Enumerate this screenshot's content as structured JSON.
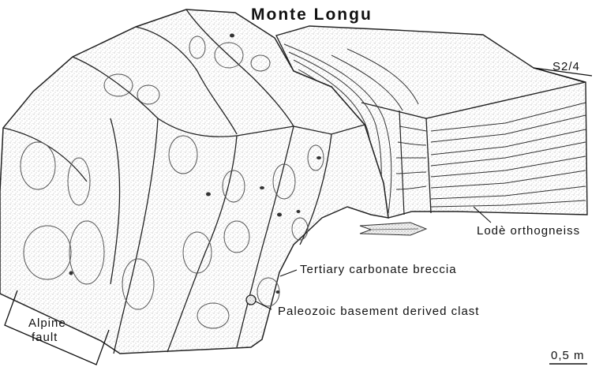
{
  "title": "Monte Longu",
  "labels": {
    "orientation": "S2/4",
    "orthogneiss": "Lodè orthogneiss",
    "breccia": "Tertiary carbonate breccia",
    "clast": "Paleozoic basement derived clast",
    "fault_line1": "Alpine",
    "fault_line2": "fault",
    "scale": "0,5 m"
  },
  "colors": {
    "ink": "#111111",
    "stipple": "#9a9a9a",
    "background": "#ffffff"
  }
}
